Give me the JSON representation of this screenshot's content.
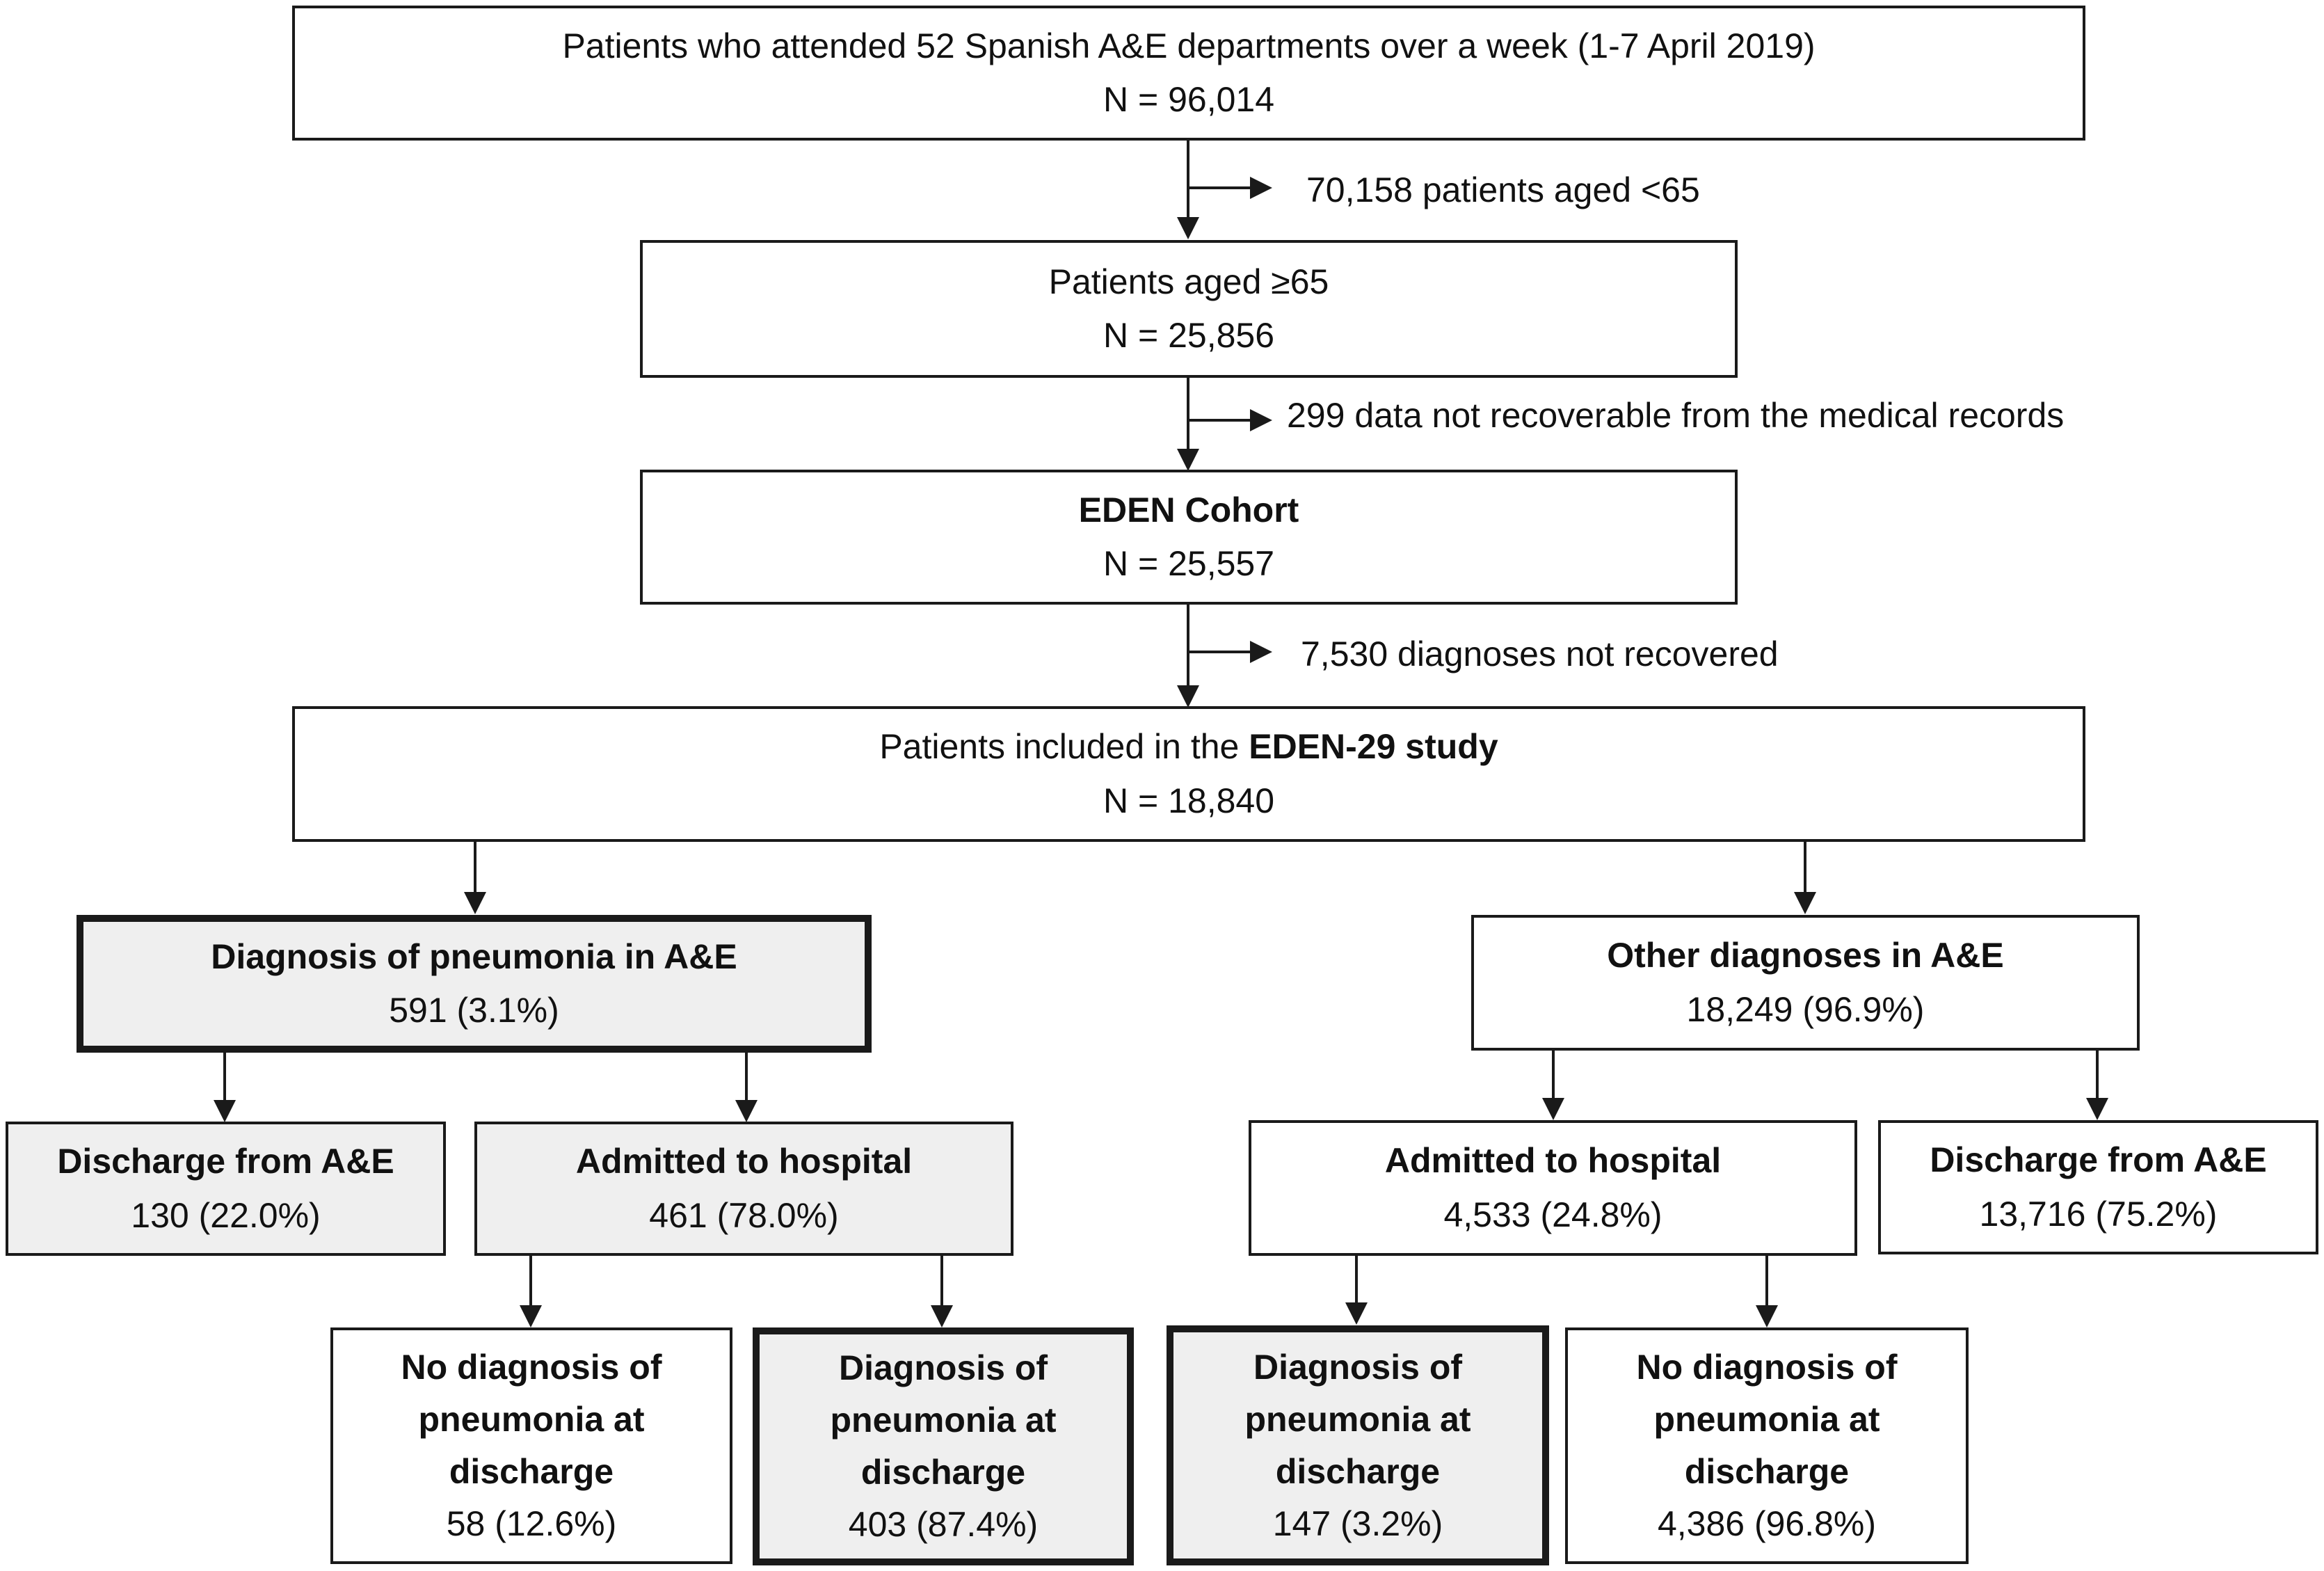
{
  "flowchart": {
    "top": {
      "label": "Patients who attended 52 Spanish A&E departments over a week (1-7 April 2019)",
      "count": "N = 96,014"
    },
    "exclusion1": "70,158 patients aged <65",
    "aged65": {
      "label": "Patients aged ≥65",
      "count": "N = 25,856"
    },
    "exclusion2": "299 data not recoverable from the medical records",
    "eden": {
      "label": "EDEN Cohort",
      "count": "N = 25,557"
    },
    "exclusion3": "7,530 diagnoses not recovered",
    "included": {
      "label_prefix": "Patients included in the ",
      "label_bold": "EDEN-29 study",
      "count": "N = 18,840"
    },
    "pneumonia_ae": {
      "label": "Diagnosis of pneumonia in A&E",
      "count": "591 (3.1%)"
    },
    "other_ae": {
      "label": "Other diagnoses in A&E",
      "count": "18,249 (96.9%)"
    },
    "pn_discharge": {
      "label": "Discharge from A&E",
      "count": "130 (22.0%)"
    },
    "pn_admitted": {
      "label": "Admitted to hospital",
      "count": "461 (78.0%)"
    },
    "ot_admitted": {
      "label": "Admitted to hospital",
      "count": "4,533 (24.8%)"
    },
    "ot_discharge": {
      "label": "Discharge from A&E",
      "count": "13,716 (75.2%)"
    },
    "pn_no_dx": {
      "label_lines": [
        "No diagnosis of",
        "pneumonia at",
        "discharge"
      ],
      "count": "58 (12.6%)"
    },
    "pn_dx": {
      "label_lines": [
        "Diagnosis of",
        "pneumonia at",
        "discharge"
      ],
      "count": "403 (87.4%)"
    },
    "ot_dx": {
      "label_lines": [
        "Diagnosis of",
        "pneumonia at",
        "discharge"
      ],
      "count": "147 (3.2%)"
    },
    "ot_no_dx": {
      "label_lines": [
        "No diagnosis of",
        "pneumonia at",
        "discharge"
      ],
      "count": "4,386 (96.8%)"
    }
  },
  "colors": {
    "border": "#1a1a1a",
    "shaded_fill": "#efefef",
    "plain_fill": "#ffffff"
  }
}
